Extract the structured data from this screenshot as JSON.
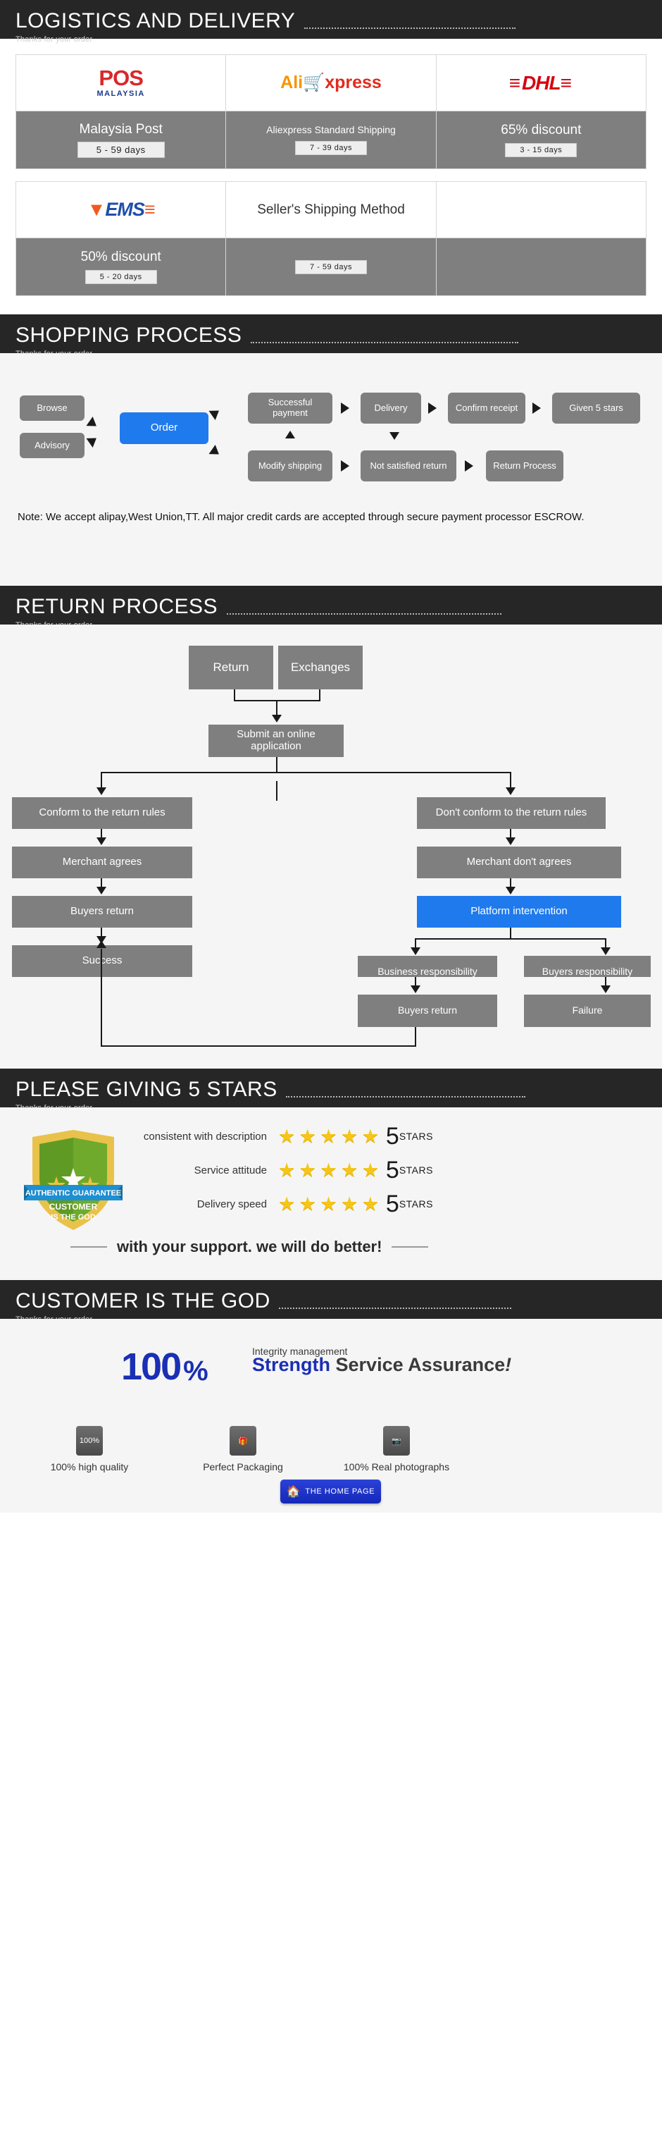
{
  "sections": {
    "logistics": {
      "title": "LOGISTICS AND DELIVERY",
      "subtitle": "Thanks for your order"
    },
    "shopping": {
      "title": "SHOPPING PROCESS",
      "subtitle": "Thanks for your order"
    },
    "returns": {
      "title": "RETURN PROCESS",
      "subtitle": "Thanks for your order"
    },
    "stars": {
      "title": "PLEASE GIVING 5 STARS",
      "subtitle": "Thanks for your order"
    },
    "customer": {
      "title": "CUSTOMER IS THE GOD",
      "subtitle": "Thanks for your order"
    }
  },
  "shipping_methods": [
    {
      "logo": "pos-malaysia-logo",
      "logo_text": "POS",
      "logo_sub": "MALAYSIA",
      "name": "Malaysia Post",
      "days": "5 - 59 days"
    },
    {
      "logo": "aliexpress-logo",
      "logo_text": "AliExpress",
      "logo_sub": "",
      "name": "Aliexpress Standard Shipping",
      "days": "7 - 39 days"
    },
    {
      "logo": "dhl-logo",
      "logo_text": "DHL",
      "logo_sub": "",
      "name": "65% discount",
      "days": "3 - 15 days"
    },
    {
      "logo": "ems-logo",
      "logo_text": "EMS",
      "logo_sub": "",
      "name": "50% discount",
      "days": "5 - 20 days"
    },
    {
      "logo": "sellers-shipping-method-logo",
      "logo_text": "Seller's Shipping Method",
      "logo_sub": "",
      "name": "",
      "days": "7 - 59 days"
    },
    {
      "logo": "",
      "logo_text": "",
      "logo_sub": "",
      "name": "",
      "days": ""
    }
  ],
  "shopping_flow": {
    "nodes": [
      {
        "id": "browse",
        "label": "Browse"
      },
      {
        "id": "advisory",
        "label": "Advisory"
      },
      {
        "id": "order",
        "label": "Order",
        "highlight": true
      },
      {
        "id": "success",
        "label": "Successful payment"
      },
      {
        "id": "delivery",
        "label": "Delivery"
      },
      {
        "id": "confirm",
        "label": "Confirm receipt"
      },
      {
        "id": "given5",
        "label": "Given 5 stars"
      },
      {
        "id": "modify",
        "label": "Modify shipping"
      },
      {
        "id": "notsat",
        "label": "Not satisfied return"
      },
      {
        "id": "returnproc",
        "label": "Return Process"
      }
    ],
    "note": "Note: We accept alipay,West Union,TT. All major credit cards are accepted through secure payment processor ESCROW."
  },
  "return_flow": {
    "nodes": [
      {
        "id": "return",
        "label": "Return"
      },
      {
        "id": "exchanges",
        "label": "Exchanges"
      },
      {
        "id": "submit",
        "label": "Submit an online application"
      },
      {
        "id": "conform",
        "label": "Conform to the return rules"
      },
      {
        "id": "noconform",
        "label": "Don't conform to the return rules"
      },
      {
        "id": "magrees",
        "label": "Merchant agrees"
      },
      {
        "id": "mnoagrees",
        "label": "Merchant don't agrees"
      },
      {
        "id": "buyersret1",
        "label": "Buyers return"
      },
      {
        "id": "platform",
        "label": "Platform intervention",
        "highlight": true
      },
      {
        "id": "success",
        "label": "Success"
      },
      {
        "id": "bizresp",
        "label": "Business responsibility"
      },
      {
        "id": "buyresp",
        "label": "Buyers responsibility"
      },
      {
        "id": "buyersret2",
        "label": "Buyers return"
      },
      {
        "id": "failure",
        "label": "Failure"
      }
    ]
  },
  "ratings": {
    "rows": [
      {
        "label": "consistent with description",
        "stars": 5,
        "value": "5",
        "unit": "STARS"
      },
      {
        "label": "Service attitude",
        "stars": 5,
        "value": "5",
        "unit": "STARS"
      },
      {
        "label": "Delivery speed",
        "stars": 5,
        "value": "5",
        "unit": "STARS"
      }
    ],
    "support_text": "with your support. we will do better!",
    "badge": {
      "ribbon": "AUTHENTIC GUARANTEE",
      "line1": "CUSTOMER",
      "line2": "IS THE GOD"
    }
  },
  "customer_section": {
    "hero_number": "100",
    "hero_percent": "%",
    "integrity": "Integrity management",
    "strength": "Strength",
    "service": "Service Assurance",
    "bang": "!",
    "features": [
      {
        "icon": "percent-badge-icon",
        "icon_text": "100%",
        "caption": "100% high quality"
      },
      {
        "icon": "gift-box-icon",
        "icon_text": "",
        "caption": "Perfect Packaging"
      },
      {
        "icon": "camera-icon",
        "icon_text": "",
        "caption": "100% Real photographs"
      }
    ],
    "home_button": {
      "label": "THE HOME PAGE",
      "icon": "home-icon"
    }
  },
  "colors": {
    "header_bg": "#262626",
    "panel_bg": "#f5f5f5",
    "box_gray": "#7f7f7f",
    "accent_blue": "#1f7aee",
    "brand_blue": "#1a2fb4",
    "star_yellow": "#f5c518"
  }
}
